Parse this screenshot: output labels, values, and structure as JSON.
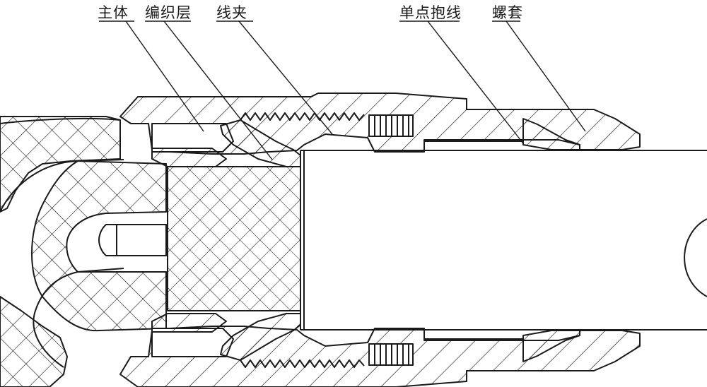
{
  "diagram": {
    "type": "cross-section connector drawing",
    "labels": {
      "body": "主体",
      "braid": "编织层",
      "clamp": "线夹",
      "single_point_hold": "单点抱线",
      "screw_sleeve": "螺套"
    },
    "colors": {
      "line": "#1a1a1a",
      "hatch": "#1a1a1a",
      "background": "#ffffff"
    }
  }
}
